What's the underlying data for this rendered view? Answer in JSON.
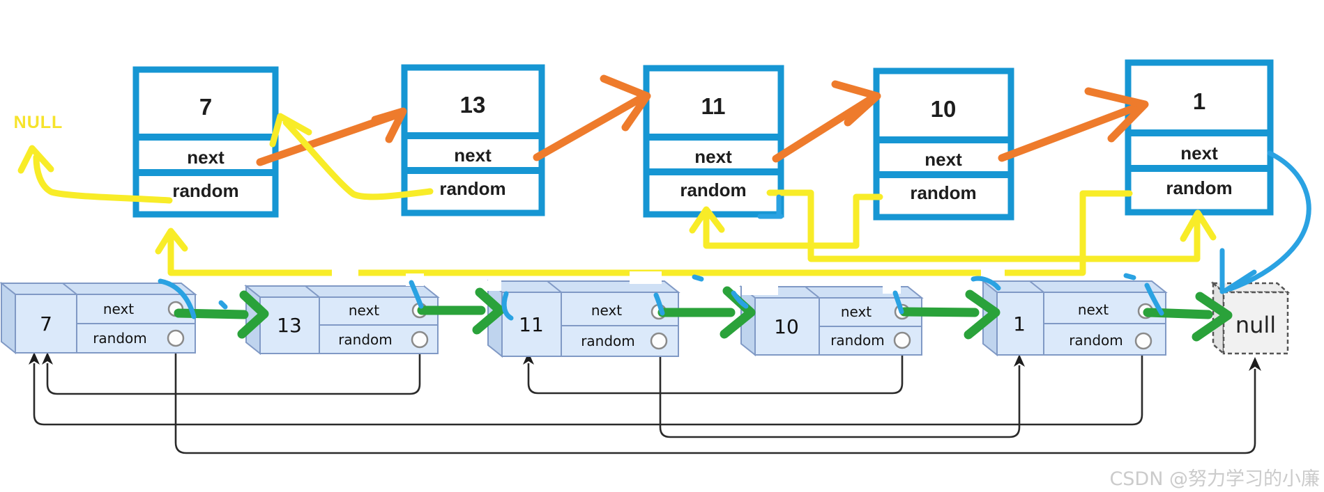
{
  "top_row": {
    "null_label": "NULL",
    "nodes": [
      {
        "value": "7",
        "next_label": "next",
        "random_label": "random"
      },
      {
        "value": "13",
        "next_label": "next",
        "random_label": "random"
      },
      {
        "value": "11",
        "next_label": "next",
        "random_label": "random"
      },
      {
        "value": "10",
        "next_label": "next",
        "random_label": "random"
      },
      {
        "value": "1",
        "next_label": "next",
        "random_label": "random"
      }
    ]
  },
  "bottom_row": {
    "null_label": "null",
    "nodes": [
      {
        "value": "7",
        "next_label": "next",
        "random_label": "random"
      },
      {
        "value": "13",
        "next_label": "next",
        "random_label": "random"
      },
      {
        "value": "11",
        "next_label": "next",
        "random_label": "random"
      },
      {
        "value": "10",
        "next_label": "next",
        "random_label": "random"
      },
      {
        "value": "1",
        "next_label": "next",
        "random_label": "random"
      }
    ]
  },
  "pointers": {
    "next_chain": [
      "7",
      "13",
      "11",
      "10",
      "1",
      "null"
    ],
    "random_links": [
      {
        "from": "7",
        "to": "NULL"
      },
      {
        "from": "13",
        "to": "7"
      },
      {
        "from": "11",
        "to": "1"
      },
      {
        "from": "10",
        "to": "11"
      },
      {
        "from": "1",
        "to": "7"
      }
    ]
  },
  "watermark": "CSDN @努力学习的小廉",
  "colors": {
    "box_blue": "#1696d3",
    "orange": "#ee7b2c",
    "yellow": "#f8ec28",
    "green": "#2aa23a",
    "hand_blue": "#2aa2e2",
    "box3d_front": "#dbe9fa"
  }
}
